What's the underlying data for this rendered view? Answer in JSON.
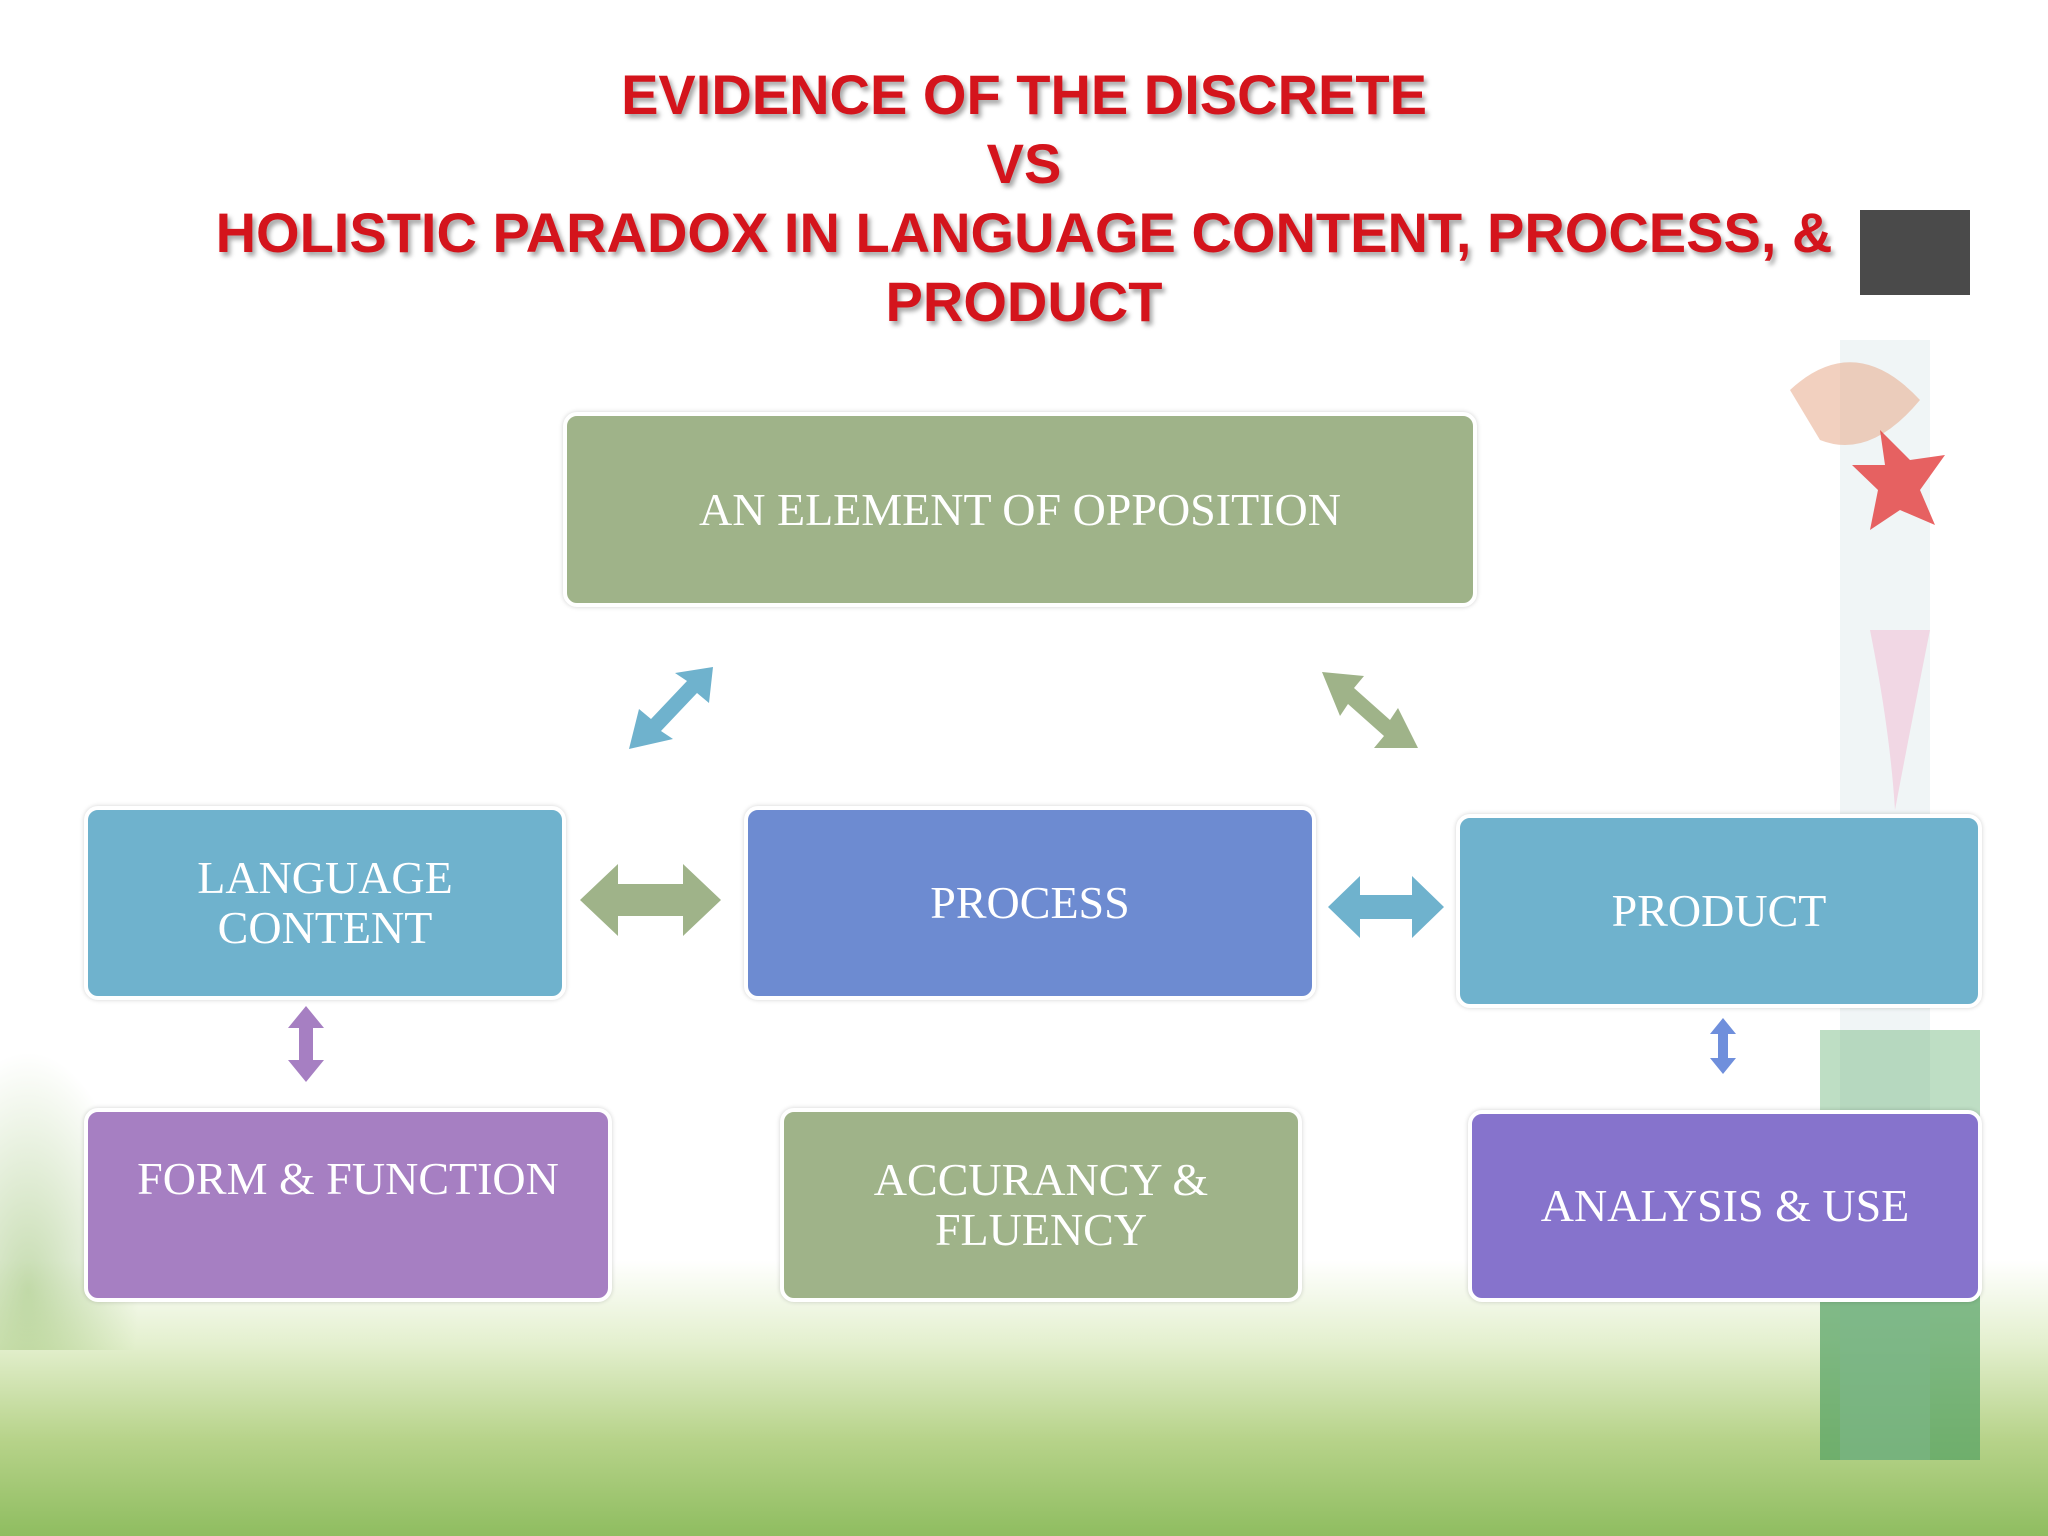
{
  "title": {
    "line1": "EVIDENCE OF THE DISCRETE",
    "line2": "VS",
    "line3": "HOLISTIC PARADOX IN LANGUAGE CONTENT, PROCESS, &",
    "line4": "PRODUCT"
  },
  "nodes": {
    "top": "AN ELEMENT OF OPPOSITION",
    "language_content_line1": "LANGUAGE",
    "language_content_line2": "CONTENT",
    "process": "PROCESS",
    "product": "PRODUCT",
    "form_function": "FORM & FUNCTION",
    "accuracy_line1": "ACCURANCY &",
    "accuracy_line2": "FLUENCY",
    "analysis_use": "ANALYSIS & USE"
  },
  "colors": {
    "title": "#d4141c",
    "green": "#9fb389",
    "teal": "#6fb2cd",
    "blue": "#6d8bd1",
    "violet": "#a67fc2",
    "indigo": "#8673cc",
    "small_arrow": "#6f8fdc"
  }
}
